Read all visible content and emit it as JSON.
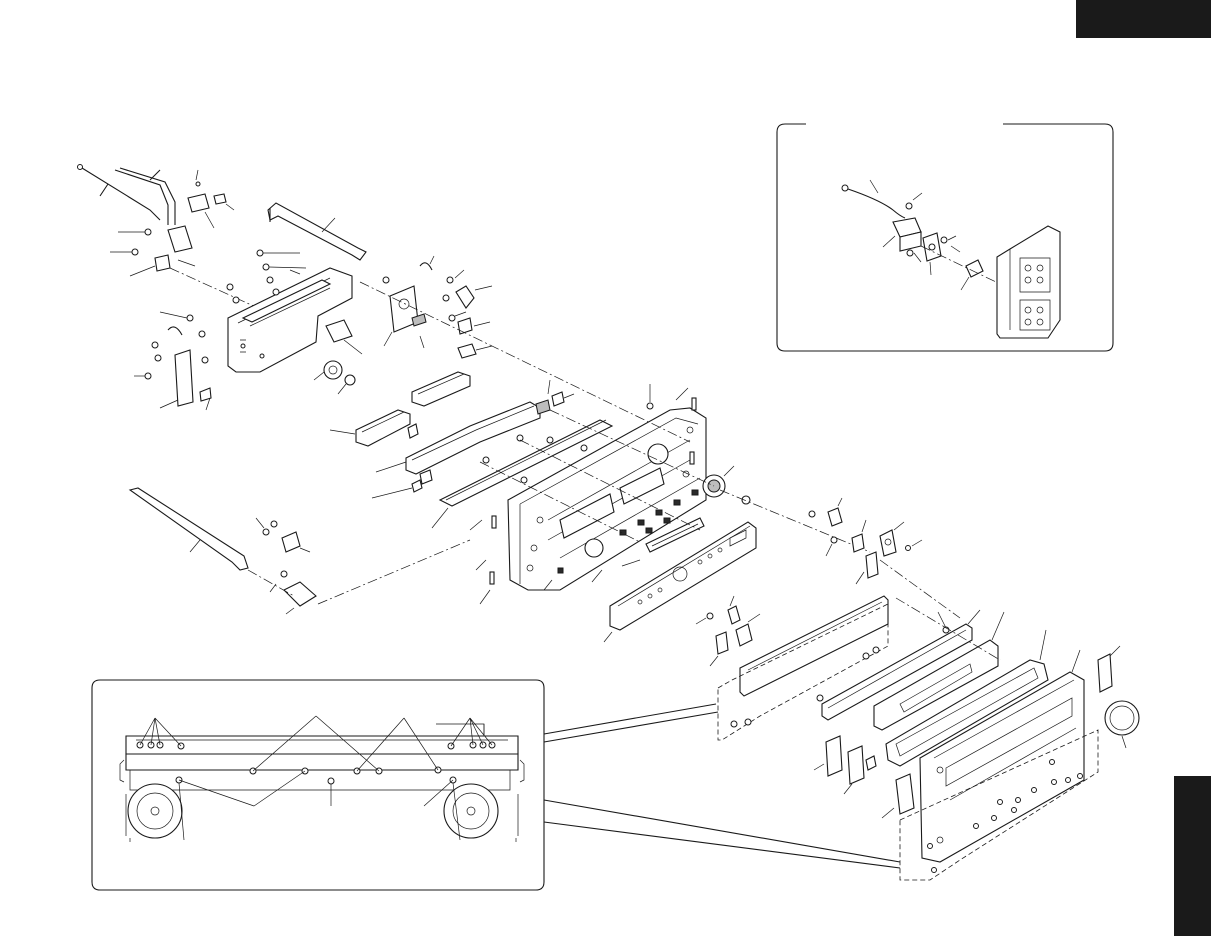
{
  "page": {
    "tabs": [
      {
        "id": "top-right-tab",
        "fill": "#1a1a1a"
      },
      {
        "id": "side-tab",
        "fill": "#1a1a1a"
      }
    ]
  },
  "diagram": {
    "line_color": "#1a1a1a",
    "inset_boxes": [
      "detail-inset-top",
      "detail-inset-bottom"
    ]
  }
}
